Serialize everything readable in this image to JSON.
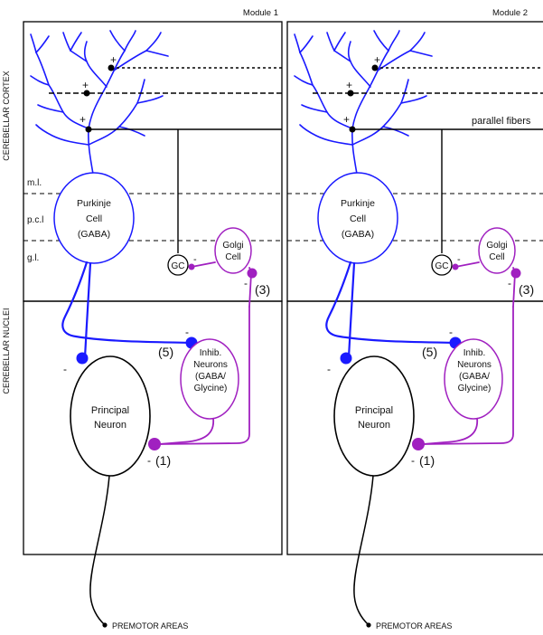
{
  "modules": [
    {
      "title": "Module 1",
      "purkinje": [
        "Purkinje",
        "Cell",
        "(GABA)"
      ],
      "golgi": [
        "Golgi",
        "Cell"
      ],
      "gc": "GC",
      "inhib": [
        "Inhib.",
        "Neurons",
        "(GABA/",
        "Glycine)"
      ],
      "principal": [
        "Principal",
        "Neuron"
      ],
      "tag_1": "(1)",
      "tag_3": "(3)",
      "tag_5": "(5)",
      "premotor": "PREMOTOR AREAS"
    },
    {
      "title": "Module 2",
      "purkinje": [
        "Purkinje",
        "Cell",
        "(GABA)"
      ],
      "golgi": [
        "Golgi",
        "Cell"
      ],
      "gc": "GC",
      "inhib": [
        "Inhib.",
        "Neurons",
        "(GABA/",
        "Glycine)"
      ],
      "principal": [
        "Principal",
        "Neuron"
      ],
      "tag_1": "(1)",
      "tag_3": "(3)",
      "tag_5": "(5)",
      "premotor": "PREMOTOR AREAS"
    }
  ],
  "side_labels": {
    "cortex": "CEREBELLAR CORTEX",
    "nuclei": "CEREBELLAR NUCLEI"
  },
  "layers": {
    "ml": "m.l.",
    "pcl": "p.c.l",
    "gl": "g.l."
  },
  "parallel_fibers": "parallel fibers",
  "signs": {
    "plus": "+",
    "minus": "-"
  },
  "colors": {
    "purkinje": "#1a1aff",
    "golgi": "#a020c0",
    "black": "#000000"
  }
}
